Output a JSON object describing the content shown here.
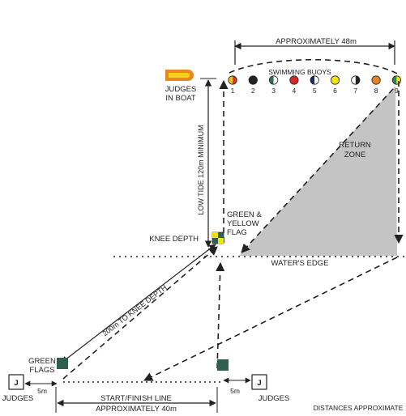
{
  "colors": {
    "background": "#ffffff",
    "line": "#222222",
    "return_zone_fill": "#c4c4c4",
    "flag_green": "#2e5f52",
    "flag_yellow": "#f2e400",
    "boat_orange": "#e8891e",
    "boat_yellow": "#f4d21a"
  },
  "labels": {
    "approx_48m": "APPROXIMATELY 48m",
    "swimming_buoys": "SWIMMING BUOYS",
    "judges_in_boat_line1": "JUDGES",
    "judges_in_boat_line2": "IN BOAT",
    "low_tide": "LOW TIDE 120m MINIMUM",
    "return_zone_line1": "RETURN",
    "return_zone_line2": "ZONE",
    "green_yellow_flag_line1": "GREEN &",
    "green_yellow_flag_line2": "YELLOW",
    "green_yellow_flag_line3": "FLAG",
    "knee_depth": "KNEE DEPTH",
    "waters_edge": "WATER'S EDGE",
    "knee_depth_distance": "200m TO KNEE DEPTH",
    "green_flags_line1": "GREEN",
    "green_flags_line2": "FLAGS",
    "judges_left": "JUDGES",
    "judges_right": "JUDGES",
    "judge_box_letter": "J",
    "five_m_left": "5m",
    "five_m_right": "5m",
    "start_finish": "START/FINISH LINE",
    "approx_40m": "APPROXIMATELY 40m",
    "distances_approx": "DISTANCES APPROXIMATE"
  },
  "buoys": [
    {
      "number": "1",
      "style": "split",
      "left": "#f0c020",
      "right": "#d83a2a"
    },
    {
      "number": "2",
      "style": "solid",
      "color": "#222222"
    },
    {
      "number": "3",
      "style": "split",
      "left": "#2e6e5a",
      "right": "#ffffff"
    },
    {
      "number": "4",
      "style": "solid",
      "color": "#d62828"
    },
    {
      "number": "5",
      "style": "split",
      "left": "#1e2a6e",
      "right": "#ffffff"
    },
    {
      "number": "6",
      "style": "solid",
      "color": "#f5e20a"
    },
    {
      "number": "7",
      "style": "split",
      "left": "#ffffff",
      "right": "#222222"
    },
    {
      "number": "8",
      "style": "solid",
      "color": "#e8832a"
    },
    {
      "number": "9",
      "style": "split",
      "left": "#2e8a4a",
      "right": "#f5e20a"
    }
  ]
}
